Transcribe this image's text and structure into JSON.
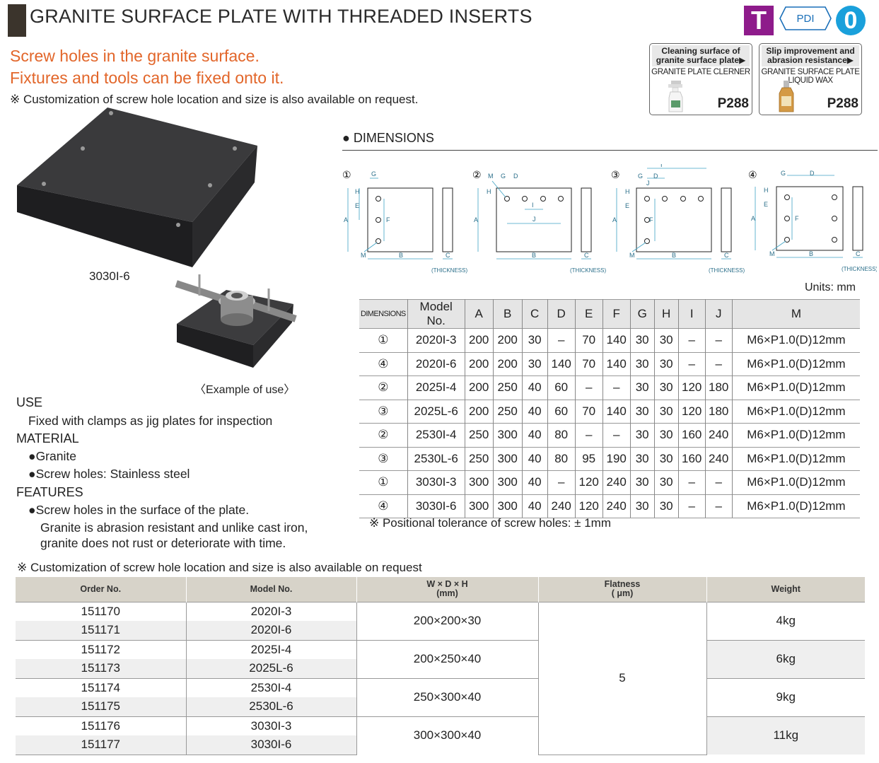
{
  "header": {
    "title": "GRANITE SURFACE PLATE WITH THREADED INSERTS",
    "logo_t": "T",
    "logo_pdi": "PDI",
    "logo_zero": "0"
  },
  "intro": {
    "headline_1": "Screw holes in the granite surface.",
    "headline_2": "Fixtures and tools can be fixed onto it.",
    "note": "※ Customization of screw hole location and size is also available on request."
  },
  "products": [
    {
      "head_1": "Cleaning surface of",
      "head_2": "granite surface plate▶",
      "name": "GRANITE PLATE CLERNER",
      "page": "P288"
    },
    {
      "head_1": "Slip improvement and",
      "head_2": "abrasion resistance▶",
      "name": "GRANITE SURFACE PLATE LIQUID WAX",
      "page": "P288"
    }
  ],
  "images": {
    "plate_caption": "3030I-6",
    "example_caption": "〈Example of use〉"
  },
  "use": {
    "heading": "USE",
    "text": "Fixed with clamps as jig plates for inspection"
  },
  "material": {
    "heading": "MATERIAL",
    "items": [
      "●Granite",
      "●Screw holes: Stainless steel"
    ]
  },
  "features": {
    "heading": "FEATURES",
    "item": "●Screw holes in the surface of the plate.",
    "line_2": "Granite is abrasion resistant and unlike cast iron,",
    "line_3": "granite does not rust or deteriorate with time."
  },
  "dimensions": {
    "heading": "● DIMENSIONS",
    "units": "Units: mm",
    "diagram_labels": {
      "n1": "①",
      "n2": "②",
      "n3": "③",
      "n4": "④",
      "A": "A",
      "B": "B",
      "C": "C",
      "D": "D",
      "E": "E",
      "F": "F",
      "G": "G",
      "H": "H",
      "I": "I",
      "J": "J",
      "M": "M",
      "thickness": "(THICKNESS)"
    },
    "headers": [
      "DIMENSIONS",
      "Model No.",
      "A",
      "B",
      "C",
      "D",
      "E",
      "F",
      "G",
      "H",
      "I",
      "J",
      "M"
    ],
    "rows": [
      [
        "①",
        "2020I-3",
        "200",
        "200",
        "30",
        "–",
        "70",
        "140",
        "30",
        "30",
        "–",
        "–",
        "M6×P1.0(D)12mm"
      ],
      [
        "④",
        "2020I-6",
        "200",
        "200",
        "30",
        "140",
        "70",
        "140",
        "30",
        "30",
        "–",
        "–",
        "M6×P1.0(D)12mm"
      ],
      [
        "②",
        "2025I-4",
        "200",
        "250",
        "40",
        "60",
        "–",
        "–",
        "30",
        "30",
        "120",
        "180",
        "M6×P1.0(D)12mm"
      ],
      [
        "③",
        "2025L-6",
        "200",
        "250",
        "40",
        "60",
        "70",
        "140",
        "30",
        "30",
        "120",
        "180",
        "M6×P1.0(D)12mm"
      ],
      [
        "②",
        "2530I-4",
        "250",
        "300",
        "40",
        "80",
        "–",
        "–",
        "30",
        "30",
        "160",
        "240",
        "M6×P1.0(D)12mm"
      ],
      [
        "③",
        "2530L-6",
        "250",
        "300",
        "40",
        "80",
        "95",
        "190",
        "30",
        "30",
        "160",
        "240",
        "M6×P1.0(D)12mm"
      ],
      [
        "①",
        "3030I-3",
        "300",
        "300",
        "40",
        "–",
        "120",
        "240",
        "30",
        "30",
        "–",
        "–",
        "M6×P1.0(D)12mm"
      ],
      [
        "④",
        "3030I-6",
        "300",
        "300",
        "40",
        "240",
        "120",
        "240",
        "30",
        "30",
        "–",
        "–",
        "M6×P1.0(D)12mm"
      ]
    ],
    "tolerance_note": "※ Positional tolerance of screw holes: ± 1mm"
  },
  "order": {
    "note": "※ Customization of screw hole location and size is also available on request",
    "headers": {
      "order_no": "Order No.",
      "model_no": "Model No.",
      "wdh": "W × D × H",
      "wdh_unit": "(mm)",
      "flatness": "Flatness",
      "flatness_unit": "( μm)",
      "weight": "Weight"
    },
    "rows": [
      {
        "order_no": "151170",
        "model_no": "2020I-3"
      },
      {
        "order_no": "151171",
        "model_no": "2020I-6"
      },
      {
        "order_no": "151172",
        "model_no": "2025I-4"
      },
      {
        "order_no": "151173",
        "model_no": "2025L-6"
      },
      {
        "order_no": "151174",
        "model_no": "2530I-4"
      },
      {
        "order_no": "151175",
        "model_no": "2530L-6"
      },
      {
        "order_no": "151176",
        "model_no": "3030I-3"
      },
      {
        "order_no": "151177",
        "model_no": "3030I-6"
      }
    ],
    "groups": [
      {
        "wdh": "200×200×30",
        "weight": "4kg"
      },
      {
        "wdh": "200×250×40",
        "weight": "6kg"
      },
      {
        "wdh": "250×300×40",
        "weight": "9kg"
      },
      {
        "wdh": "300×300×40",
        "weight": "11kg"
      }
    ],
    "flatness": "5"
  }
}
